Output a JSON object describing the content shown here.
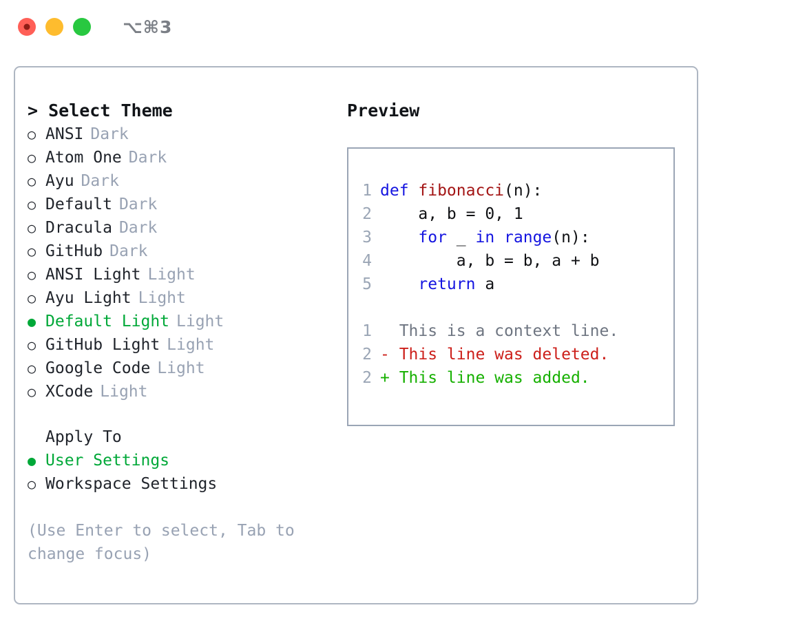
{
  "titlebar": {
    "shortcut": "⌥⌘3",
    "lights": [
      {
        "name": "close",
        "color": "#ff5f57"
      },
      {
        "name": "minimize",
        "color": "#febc2e"
      },
      {
        "name": "maximize",
        "color": "#28c840"
      }
    ]
  },
  "theme_picker": {
    "header": "> Select Theme",
    "selected_bullet": "●",
    "unselected_bullet": "○",
    "items": [
      {
        "bullet": "○",
        "label": "ANSI",
        "tag": "Dark",
        "selected": false
      },
      {
        "bullet": "○",
        "label": "Atom One",
        "tag": "Dark",
        "selected": false
      },
      {
        "bullet": "○",
        "label": "Ayu",
        "tag": "Dark",
        "selected": false
      },
      {
        "bullet": "○",
        "label": "Default",
        "tag": "Dark",
        "selected": false
      },
      {
        "bullet": "○",
        "label": "Dracula",
        "tag": "Dark",
        "selected": false
      },
      {
        "bullet": "○",
        "label": "GitHub",
        "tag": "Dark",
        "selected": false
      },
      {
        "bullet": "○",
        "label": "ANSI Light",
        "tag": "Light",
        "selected": false
      },
      {
        "bullet": "○",
        "label": "Ayu Light",
        "tag": "Light",
        "selected": false
      },
      {
        "bullet": "●",
        "label": "Default Light",
        "tag": "Light",
        "selected": true
      },
      {
        "bullet": "○",
        "label": "GitHub Light",
        "tag": "Light",
        "selected": false
      },
      {
        "bullet": "○",
        "label": "Google Code",
        "tag": "Light",
        "selected": false
      },
      {
        "bullet": "○",
        "label": "XCode",
        "tag": "Light",
        "selected": false
      }
    ]
  },
  "apply_to": {
    "header": "Apply To",
    "items": [
      {
        "bullet": "●",
        "label": "User Settings",
        "selected": true
      },
      {
        "bullet": "○",
        "label": "Workspace Settings",
        "selected": false
      }
    ]
  },
  "hint": "(Use Enter to select, Tab to change focus)",
  "preview": {
    "title": "Preview",
    "code_lines": [
      {
        "num": "1",
        "tokens": [
          {
            "t": "def ",
            "c": "kw"
          },
          {
            "t": "fibonacci",
            "c": "fn"
          },
          {
            "t": "(n):",
            "c": "ctext"
          }
        ]
      },
      {
        "num": "2",
        "tokens": [
          {
            "t": "    a, b = 0, 1",
            "c": "ctext"
          }
        ]
      },
      {
        "num": "3",
        "tokens": [
          {
            "t": "    ",
            "c": "ctext"
          },
          {
            "t": "for",
            "c": "kw"
          },
          {
            "t": " _ ",
            "c": "ctext"
          },
          {
            "t": "in",
            "c": "kw"
          },
          {
            "t": " ",
            "c": "ctext"
          },
          {
            "t": "range",
            "c": "bi"
          },
          {
            "t": "(n):",
            "c": "ctext"
          }
        ]
      },
      {
        "num": "4",
        "tokens": [
          {
            "t": "        a, b = b, a + b",
            "c": "ctext"
          }
        ]
      },
      {
        "num": "5",
        "tokens": [
          {
            "t": "    ",
            "c": "ctext"
          },
          {
            "t": "return",
            "c": "kw"
          },
          {
            "t": " a",
            "c": "ctext"
          }
        ]
      }
    ],
    "diff_lines": [
      {
        "num": "1",
        "text": "  This is a context line.",
        "kind": "diff-ctx"
      },
      {
        "num": "2",
        "text": "- This line was deleted.",
        "kind": "diff-del"
      },
      {
        "num": "2",
        "text": "+ This line was added.",
        "kind": "diff-add"
      }
    ]
  },
  "colors": {
    "accent_green": "#00a838",
    "muted": "#98a2b3",
    "border": "#aeb6c2",
    "keyword": "#1414e0",
    "function": "#a31515",
    "diff_deleted": "#cc1f1a",
    "diff_added": "#16b000"
  }
}
